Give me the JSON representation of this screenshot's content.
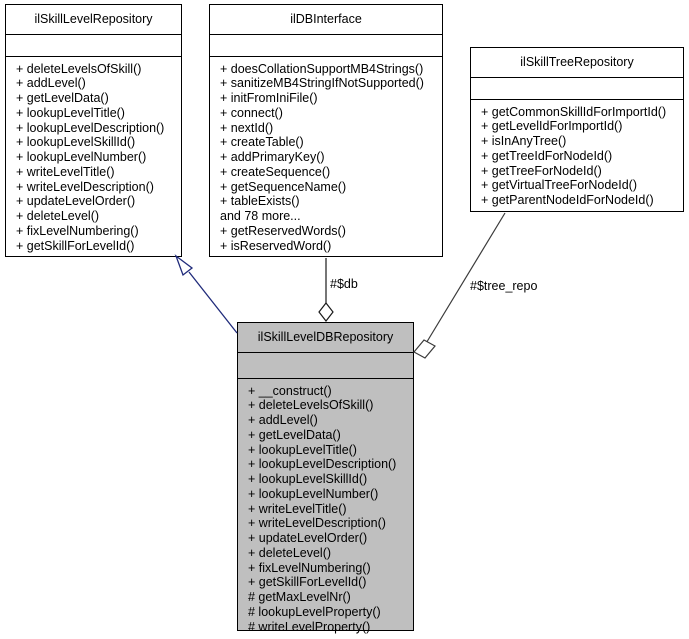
{
  "diagram": {
    "type": "uml-class-diagram",
    "background": "#ffffff",
    "line_color": "#000000",
    "inheritance_color": "#1f2a7a",
    "highlight_fill": "#bfbfbf"
  },
  "classes": [
    {
      "id": "ilSkillLevelRepository",
      "name": "ilSkillLevelRepository",
      "filled": false,
      "attributes": [],
      "methods": [
        {
          "visibility": "+",
          "label": "+ deleteLevelsOfSkill()"
        },
        {
          "visibility": "+",
          "label": "+ addLevel()"
        },
        {
          "visibility": "+",
          "label": "+ getLevelData()"
        },
        {
          "visibility": "+",
          "label": "+ lookupLevelTitle()"
        },
        {
          "visibility": "+",
          "label": "+ lookupLevelDescription()"
        },
        {
          "visibility": "+",
          "label": "+ lookupLevelSkillId()"
        },
        {
          "visibility": "+",
          "label": "+ lookupLevelNumber()"
        },
        {
          "visibility": "+",
          "label": "+ writeLevelTitle()"
        },
        {
          "visibility": "+",
          "label": "+ writeLevelDescription()"
        },
        {
          "visibility": "+",
          "label": "+ updateLevelOrder()"
        },
        {
          "visibility": "+",
          "label": "+ deleteLevel()"
        },
        {
          "visibility": "+",
          "label": "+ fixLevelNumbering()"
        },
        {
          "visibility": "+",
          "label": "+ getSkillForLevelId()"
        }
      ]
    },
    {
      "id": "ilDBInterface",
      "name": "ilDBInterface",
      "filled": false,
      "attributes": [],
      "methods": [
        {
          "visibility": "+",
          "label": "+ doesCollationSupportMB4Strings()"
        },
        {
          "visibility": "+",
          "label": "+ sanitizeMB4StringIfNotSupported()"
        },
        {
          "visibility": "+",
          "label": "+ initFromIniFile()"
        },
        {
          "visibility": "+",
          "label": "+ connect()"
        },
        {
          "visibility": "+",
          "label": "+ nextId()"
        },
        {
          "visibility": "+",
          "label": "+ createTable()"
        },
        {
          "visibility": "+",
          "label": "+ addPrimaryKey()"
        },
        {
          "visibility": "+",
          "label": "+ createSequence()"
        },
        {
          "visibility": "+",
          "label": "+ getSequenceName()"
        },
        {
          "visibility": "+",
          "label": "+ tableExists()"
        },
        {
          "visibility": "",
          "label": "and 78 more..."
        },
        {
          "visibility": "+",
          "label": "+ getReservedWords()"
        },
        {
          "visibility": "+",
          "label": "+ isReservedWord()"
        }
      ]
    },
    {
      "id": "ilSkillTreeRepository",
      "name": "ilSkillTreeRepository",
      "filled": false,
      "attributes": [],
      "methods": [
        {
          "visibility": "+",
          "label": "+ getCommonSkillIdForImportId()"
        },
        {
          "visibility": "+",
          "label": "+ getLevelIdForImportId()"
        },
        {
          "visibility": "+",
          "label": "+ isInAnyTree()"
        },
        {
          "visibility": "+",
          "label": "+ getTreeIdForNodeId()"
        },
        {
          "visibility": "+",
          "label": "+ getTreeForNodeId()"
        },
        {
          "visibility": "+",
          "label": "+ getVirtualTreeForNodeId()"
        },
        {
          "visibility": "+",
          "label": "+ getParentNodeIdForNodeId()"
        }
      ]
    },
    {
      "id": "ilSkillLevelDBRepository",
      "name": "ilSkillLevelDBRepository",
      "filled": true,
      "attributes": [],
      "methods": [
        {
          "visibility": "+",
          "label": "+  __construct()"
        },
        {
          "visibility": "+",
          "label": "+ deleteLevelsOfSkill()"
        },
        {
          "visibility": "+",
          "label": "+ addLevel()"
        },
        {
          "visibility": "+",
          "label": "+ getLevelData()"
        },
        {
          "visibility": "+",
          "label": "+ lookupLevelTitle()"
        },
        {
          "visibility": "+",
          "label": "+ lookupLevelDescription()"
        },
        {
          "visibility": "+",
          "label": "+ lookupLevelSkillId()"
        },
        {
          "visibility": "+",
          "label": "+ lookupLevelNumber()"
        },
        {
          "visibility": "+",
          "label": "+ writeLevelTitle()"
        },
        {
          "visibility": "+",
          "label": "+ writeLevelDescription()"
        },
        {
          "visibility": "+",
          "label": "+ updateLevelOrder()"
        },
        {
          "visibility": "+",
          "label": "+ deleteLevel()"
        },
        {
          "visibility": "+",
          "label": "+ fixLevelNumbering()"
        },
        {
          "visibility": "+",
          "label": "+ getSkillForLevelId()"
        },
        {
          "visibility": "#",
          "label": "# getMaxLevelNr()"
        },
        {
          "visibility": "#",
          "label": "# lookupLevelProperty()"
        },
        {
          "visibility": "#",
          "label": "# writeLevelProperty()"
        }
      ]
    }
  ],
  "relations": [
    {
      "id": "inheritance",
      "kind": "generalization",
      "from": "ilSkillLevelDBRepository",
      "to": "ilSkillLevelRepository",
      "label": ""
    },
    {
      "id": "db-aggregation",
      "kind": "aggregation",
      "from": "ilSkillLevelDBRepository",
      "to": "ilDBInterface",
      "label": "#$db"
    },
    {
      "id": "tree-repo-aggregation",
      "kind": "aggregation",
      "from": "ilSkillLevelDBRepository",
      "to": "ilSkillTreeRepository",
      "label": "#$tree_repo"
    }
  ]
}
